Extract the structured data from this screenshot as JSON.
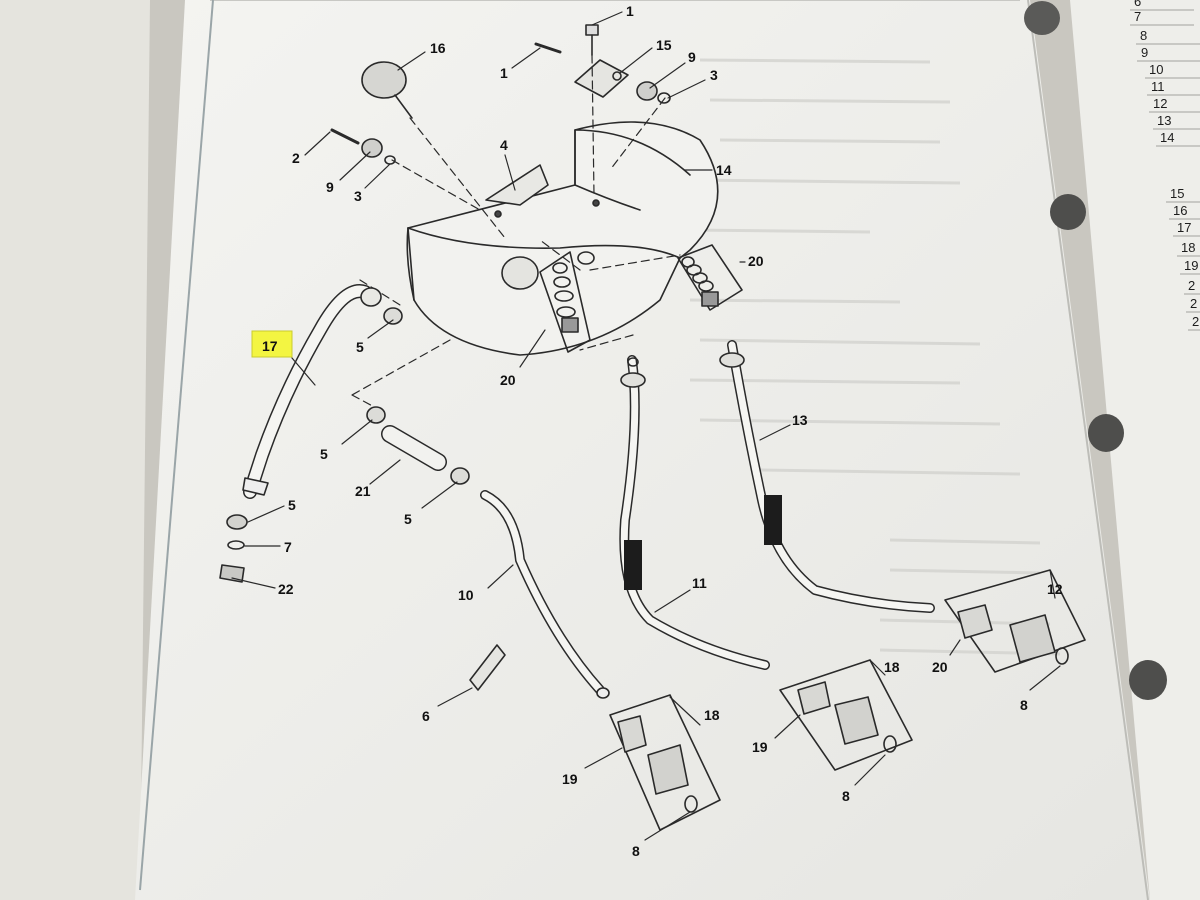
{
  "diagram": {
    "callouts": [
      {
        "id": "c16a",
        "label": "16"
      },
      {
        "id": "c1a",
        "label": "1"
      },
      {
        "id": "c1b",
        "label": "1"
      },
      {
        "id": "c15",
        "label": "15"
      },
      {
        "id": "c9a",
        "label": "9"
      },
      {
        "id": "c3a",
        "label": "3"
      },
      {
        "id": "c2",
        "label": "2"
      },
      {
        "id": "c9b",
        "label": "9"
      },
      {
        "id": "c3b",
        "label": "3"
      },
      {
        "id": "c4",
        "label": "4"
      },
      {
        "id": "c14",
        "label": "14"
      },
      {
        "id": "c20a",
        "label": "20"
      },
      {
        "id": "c20b",
        "label": "20"
      },
      {
        "id": "c17",
        "label": "17"
      },
      {
        "id": "c5a",
        "label": "5"
      },
      {
        "id": "c5b",
        "label": "5"
      },
      {
        "id": "c5c",
        "label": "5"
      },
      {
        "id": "c5d",
        "label": "5"
      },
      {
        "id": "c21",
        "label": "21"
      },
      {
        "id": "c7",
        "label": "7"
      },
      {
        "id": "c22",
        "label": "22"
      },
      {
        "id": "c13",
        "label": "13"
      },
      {
        "id": "c10",
        "label": "10"
      },
      {
        "id": "c11",
        "label": "11"
      },
      {
        "id": "c12",
        "label": "12"
      },
      {
        "id": "c20c",
        "label": "20"
      },
      {
        "id": "c8a",
        "label": "8"
      },
      {
        "id": "c18a",
        "label": "18"
      },
      {
        "id": "c19a",
        "label": "19"
      },
      {
        "id": "c8b",
        "label": "8"
      },
      {
        "id": "c6",
        "label": "6"
      },
      {
        "id": "c18b",
        "label": "18"
      },
      {
        "id": "c19b",
        "label": "19"
      },
      {
        "id": "c8c",
        "label": "8"
      }
    ],
    "highlight_color": "#f3f542"
  },
  "side_list": {
    "items": [
      "6",
      "7",
      "8",
      "9",
      "10",
      "11",
      "12",
      "13",
      "14",
      "15",
      "16",
      "17",
      "18",
      "19",
      "2",
      "2",
      "2"
    ]
  }
}
